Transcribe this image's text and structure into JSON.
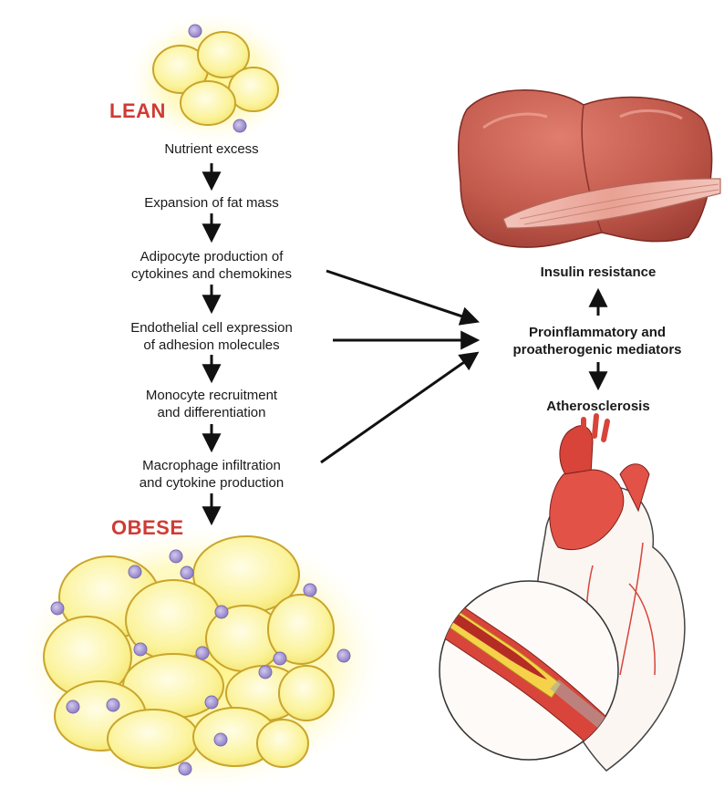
{
  "labels": {
    "lean": "LEAN",
    "obese": "OBESE"
  },
  "steps": [
    [
      "Nutrient excess"
    ],
    [
      "Expansion of fat mass"
    ],
    [
      "Adipocyte production of",
      "cytokines and chemokines"
    ],
    [
      "Endothelial cell expression",
      "of adhesion molecules"
    ],
    [
      "Monocyte recruitment",
      "and differentiation"
    ],
    [
      "Macrophage infiltration",
      "and cytokine production"
    ]
  ],
  "right": {
    "insulin": "Insulin resistance",
    "mediators_line1": "Proinflammatory and",
    "mediators_line2": "proatherogenic mediators",
    "athero": "Atherosclerosis"
  },
  "colors": {
    "label_red": "#cf3b35",
    "fat_yellow": "#fbf39a",
    "cell_outline": "#c9a52d",
    "immune_purple": "#a99ad6",
    "liver_red": "#b04a40",
    "heart_red": "#d8443a",
    "arrow": "#111111"
  }
}
